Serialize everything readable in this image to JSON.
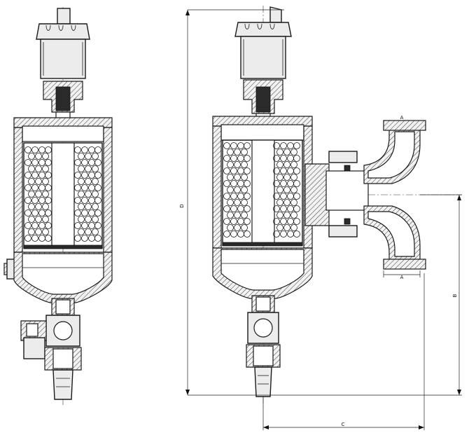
{
  "drawing": {
    "dimension_labels": {
      "A_top": "A",
      "A_bottom": "A",
      "B": "B",
      "C": "C",
      "D": "D"
    }
  }
}
